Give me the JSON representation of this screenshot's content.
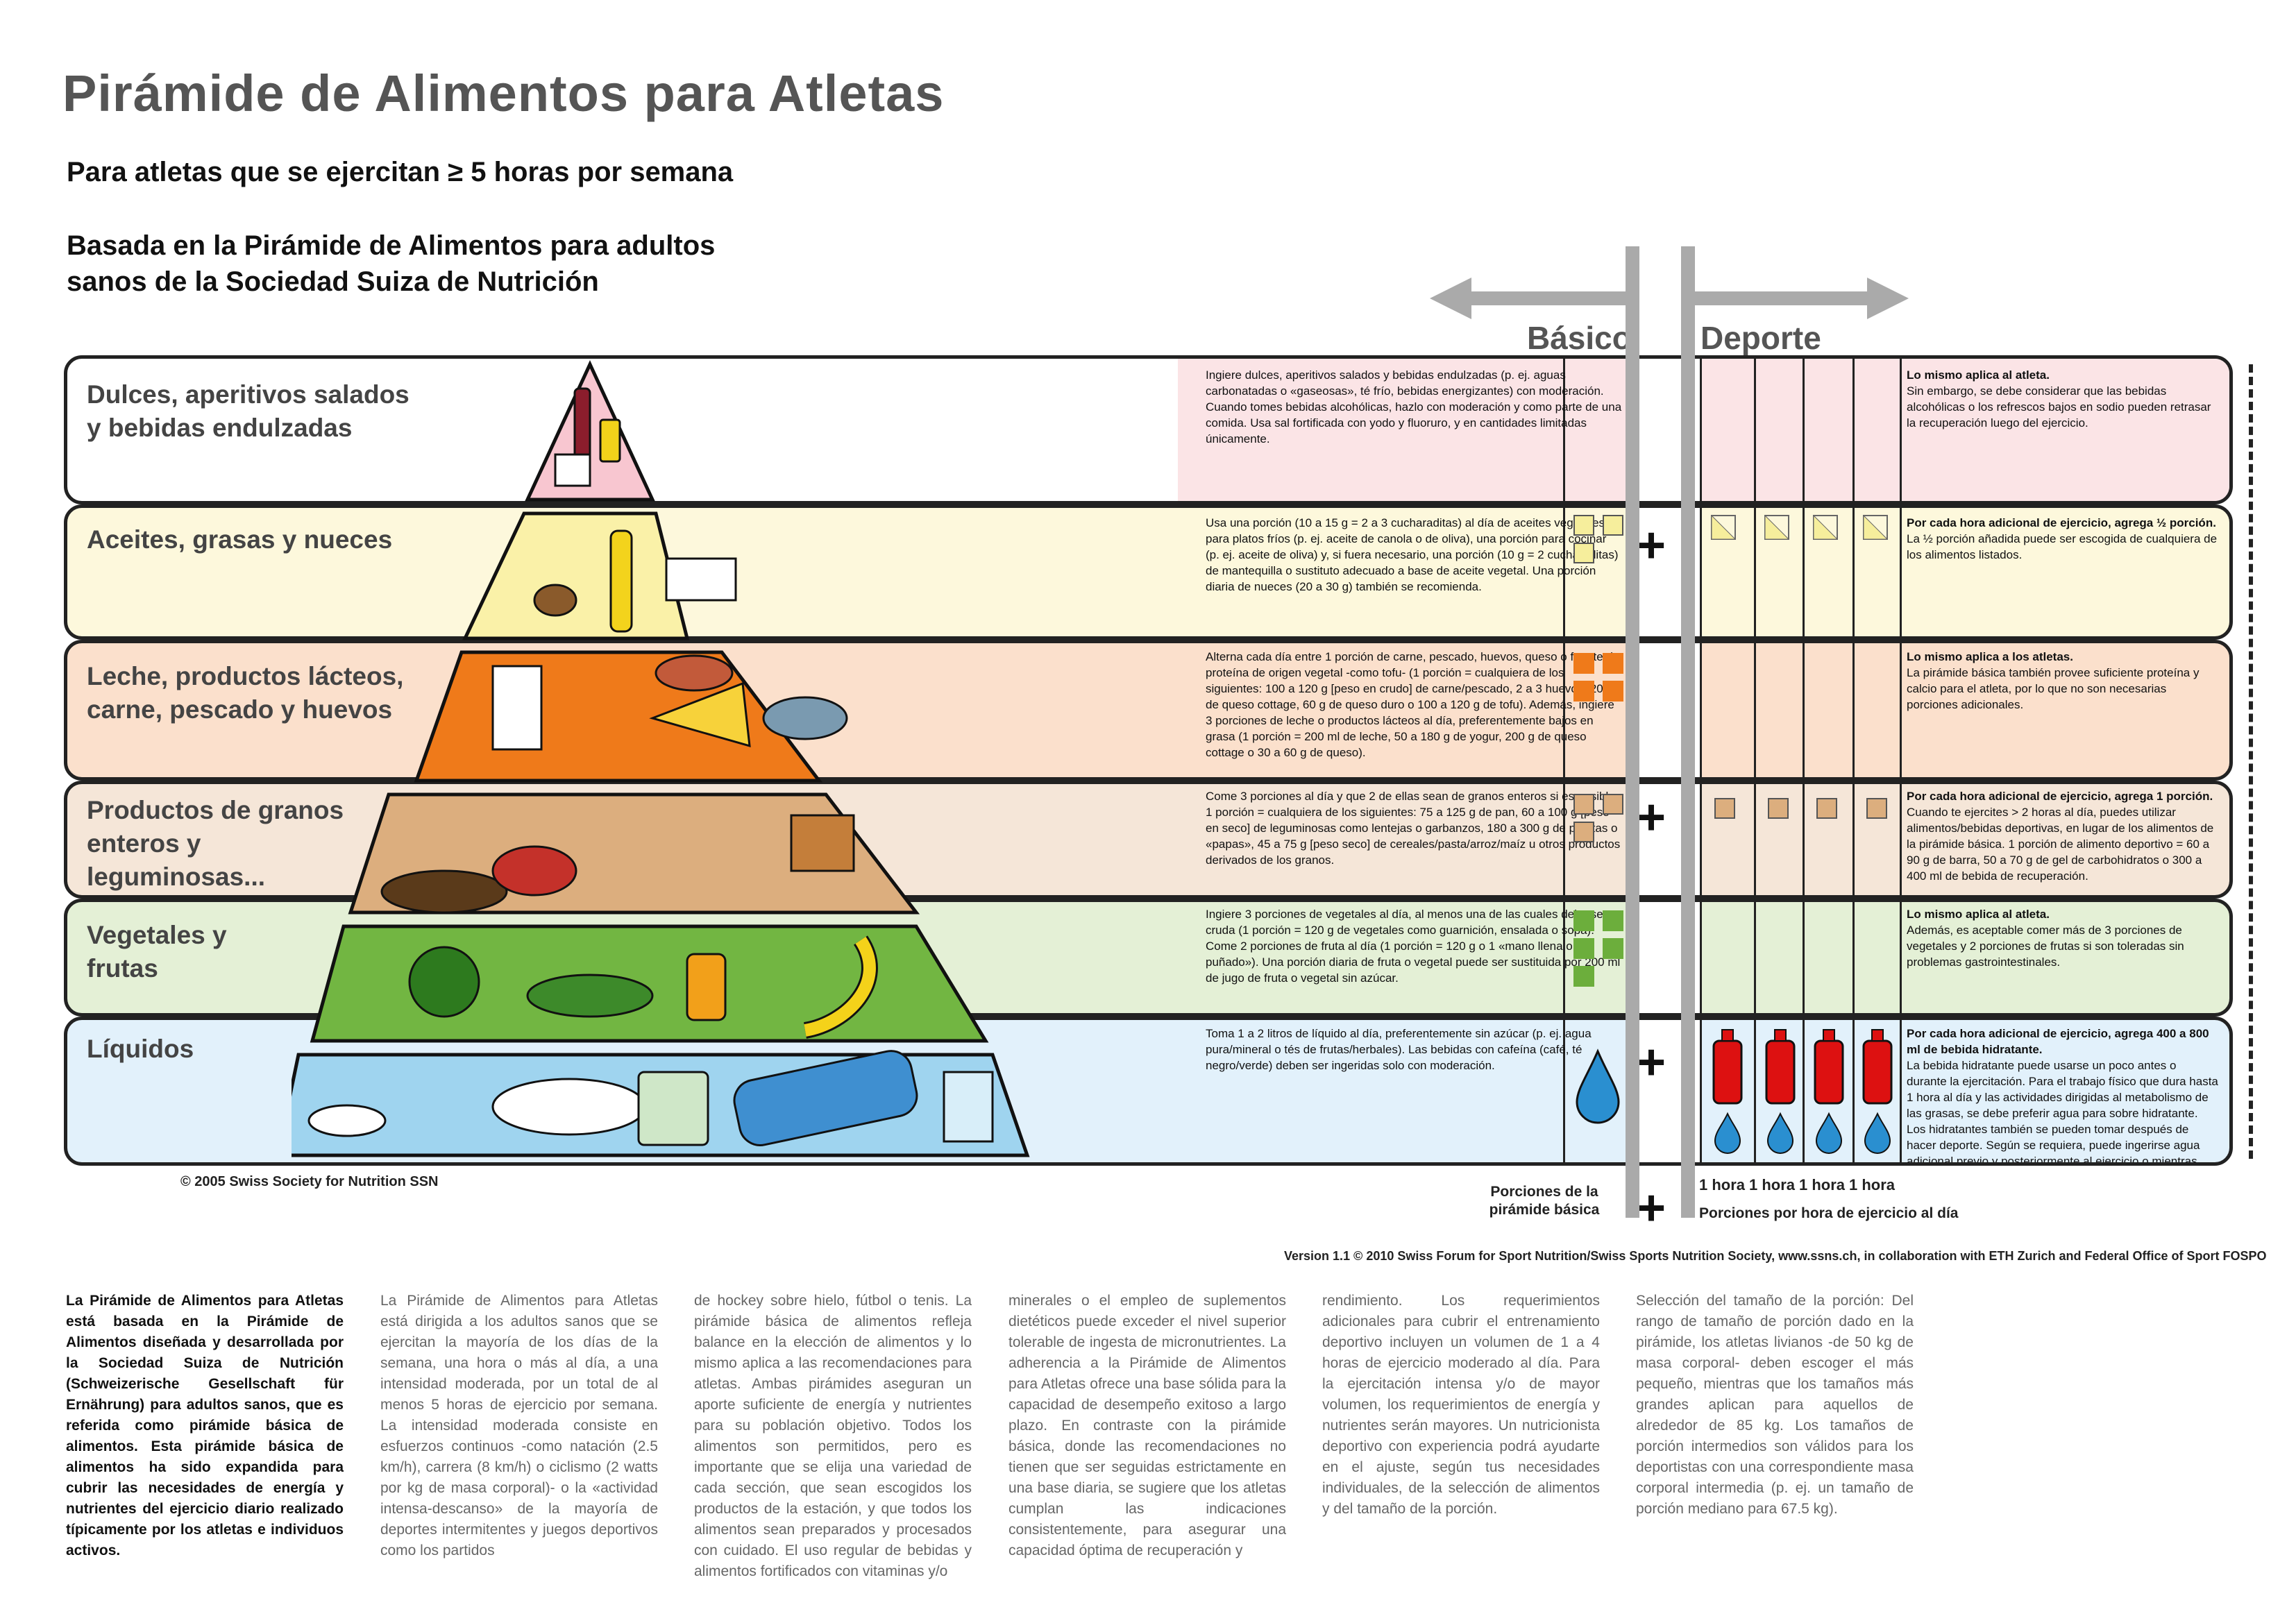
{
  "title": "Pirámide de Alimentos para Atletas",
  "subtitle": "Para atletas que se ejercitan ≥ 5 horas por semana",
  "basada": [
    "Basada en la Pirámide de Alimentos para adultos",
    "sanos de la Sociedad Suiza de Nutrición"
  ],
  "labels": {
    "basico": "Básico",
    "deporte": "Deporte"
  },
  "rows": [
    {
      "label": [
        "Dulces, aperitivos salados",
        "y bebidas endulzadas"
      ],
      "desc": "Ingiere dulces, aperitivos salados y bebidas endulzadas (p. ej. aguas carbonatadas o «gaseosas», té frío, bebidas energizantes) con moderación. Cuando tomes bebidas alcohólicas, hazlo con moderación y como parte de una comida. Usa sal fortificada con yodo y fluoruro, y en cantidades limitadas únicamente.",
      "side_title": "Lo mismo aplica al atleta.",
      "side": "Sin embargo, se debe considerar que las bebidas alcohólicas o los refrescos bajos en sodio pueden retrasar la recuperación luego del ejercicio.",
      "color": "#fbe4e6"
    },
    {
      "label": [
        "Aceites, grasas y nueces"
      ],
      "desc": "Usa una porción (10 a 15 g = 2 a 3 cucharaditas) al día de aceites vegetales para platos fríos (p. ej. aceite de canola o de oliva), una porción para cocinar (p. ej. aceite de oliva) y, si fuera necesario, una porción (10 g = 2 cucharaditas) de mantequilla o sustituto adecuado a base de aceite vegetal. Una porción diaria de nueces (20 a 30 g) también se recomienda.",
      "side_title": "Por cada hora adicional de ejercicio, agrega ½ porción.",
      "side": "La ½ porción añadida puede ser escogida de cualquiera de los alimentos listados.",
      "color": "#fdf8dc"
    },
    {
      "label": [
        "Leche, productos lácteos,",
        "carne, pescado y huevos"
      ],
      "desc": "Alterna cada día entre 1 porción de carne, pescado, huevos, queso o fuente de proteína de origen vegetal -como tofu- (1 porción = cualquiera de los siguientes: 100 a 120 g [peso en crudo] de carne/pescado, 2 a 3 huevos, 200 g de queso cottage, 60 g de queso duro o 100 a 120 g de tofu). Además, ingiere 3 porciones de leche o productos lácteos al día, preferentemente bajos en grasa (1 porción = 200 ml de leche, 50 a 180 g de yogur, 200 g de queso cottage o 30 a 60 g de queso).",
      "side_title": "Lo mismo aplica a los atletas.",
      "side": "La pirámide básica también provee suficiente proteína y calcio para el atleta, por lo que no son necesarias porciones adicionales.",
      "color": "#fbe0cc"
    },
    {
      "label": [
        "Productos de granos",
        "enteros y",
        "leguminosas..."
      ],
      "desc": "Come 3 porciones al día y que 2 de ellas sean de granos enteros si es posible. 1 porción = cualquiera de los siguientes: 75 a 125 g de pan, 60 a 100 g [peso en seco] de leguminosas como lentejas o garbanzos, 180 a 300 g de patatas o «papas», 45 a 75 g [peso seco] de cereales/pasta/arroz/maíz u otros productos derivados de los granos.",
      "side_title": "Por cada hora adicional de ejercicio, agrega 1 porción.",
      "side": "Cuando te ejercites > 2 horas al día, puedes utilizar alimentos/bebidas deportivas, en lugar de los alimentos de la pirámide básica. 1 porción de alimento deportivo = 60 a 90 g de barra, 50 a 70 g de gel de carbohidratos o 300 a 400 ml de bebida de recuperación.",
      "color": "#f5e6d8"
    },
    {
      "label": [
        "Vegetales y",
        "frutas"
      ],
      "desc": "Ingiere 3 porciones de vegetales al día, al menos una de las cuales debe ser cruda (1 porción = 120 g de vegetales como guarnición, ensalada o sopa). Come 2 porciones de fruta al día (1 porción = 120 g o 1 «mano llena o puñado»). Una porción diaria de fruta o vegetal puede ser sustituida por 200 ml de jugo de fruta o vegetal sin azúcar.",
      "side_title": "Lo mismo aplica al atleta.",
      "side": "Además, es aceptable comer más de 3 porciones de vegetales y 2 porciones de frutas si son toleradas sin problemas gastrointestinales.",
      "color": "#e4f0d6"
    },
    {
      "label": [
        "Líquidos"
      ],
      "desc": "Toma 1 a 2 litros de líquido al día, preferentemente sin azúcar (p. ej. agua pura/mineral o tés de frutas/herbales). Las bebidas con cafeína (café, té negro/verde) deben ser ingeridas solo con moderación.",
      "side_title": "Por cada hora adicional de ejercicio, agrega 400 a 800 ml de bebida hidratante.",
      "side": "La bebida hidratante puede usarse un poco antes o durante la ejercitación. Para el trabajo físico que dura hasta 1 hora al día y las actividades dirigidas al metabolismo de las grasas, se debe preferir agua para sobre hidratante. Los hidratantes también se pueden tomar después de hacer deporte. Según se requiera, puede ingerirse agua adicional previo y posteriormente al ejercicio o mientras dure este.",
      "color": "#e2f1fb"
    }
  ],
  "hours": [
    "1 hora",
    "1 hora",
    "1 hora",
    "1 hora"
  ],
  "porciones_basica": [
    "Porciones de la",
    "pirámide básica"
  ],
  "porciones_hora": "Porciones por hora de ejercicio al día",
  "copyright": "© 2005 Swiss Society for Nutrition SSN",
  "version": "Version 1.1 © 2010 Swiss Forum for Sport Nutrition/Swiss Sports Nutrition Society, www.ssns.ch, in collaboration with ETH Zurich and Federal Office of Sport FOSPO",
  "columns": [
    "La Pirámide de Alimentos para Atletas está basada en la Pirámide de Alimentos diseñada y desarrollada por la Sociedad Suiza de Nutrición (Schweizerische Gesellschaft für Ernährung) para adultos sanos, que es referida como pirámide básica de alimentos. Esta pirámide básica de alimentos ha sido expandida para cubrir las necesidades de energía y nutrientes del ejercicio diario realizado típicamente por los atletas e individuos activos.",
    "La Pirámide de Alimentos para Atletas está dirigida a los adultos sanos que se ejercitan la mayoría de los días de la semana, una hora o más al día, a una intensidad moderada, por un total de al menos 5 horas de ejercicio por semana. La intensidad moderada consiste en esfuerzos continuos -como natación (2.5 km/h), carrera (8 km/h) o ciclismo (2 watts por kg de masa corporal)- o la «actividad intensa-descanso» de la mayoría de deportes intermitentes y juegos deportivos como los partidos",
    "de hockey sobre hielo, fútbol o tenis. La pirámide básica de alimentos refleja balance en la elección de alimentos y lo mismo aplica a las recomendaciones para atletas. Ambas pirámides aseguran un aporte suficiente de energía y nutrientes para su población objetivo. Todos los alimentos son permitidos, pero es importante que se elija una variedad de cada sección, que sean escogidos los productos de la estación, y que todos los alimentos sean preparados y procesados con cuidado. El uso regular de bebidas y alimentos fortificados con vitaminas y/o",
    "minerales o el empleo de suplementos dietéticos puede exceder el nivel superior tolerable de ingesta de micronutrientes. La adherencia a la Pirámide de Alimentos para Atletas ofrece una base sólida para la capacidad de desempeño exitoso a largo plazo. En contraste con la pirámide básica, donde las recomendaciones no tienen que ser seguidas estrictamente en una base diaria, se sugiere que los atletas cumplan las indicaciones consistentemente, para asegurar una capacidad óptima de recuperación y",
    "rendimiento. Los requerimientos adicionales para cubrir el entrenamiento deportivo incluyen un volumen de 1 a 4 horas de ejercicio moderado al día. Para la ejercitación intensa y/o de mayor volumen, los requerimientos de energía y nutrientes serán mayores. Un nutricionista deportivo con experiencia podrá ayudarte en el ajuste, según tus necesidades individuales, de la selección de alimentos y del tamaño de la porción.",
    "Selección del tamaño de la porción: Del rango de tamaño de porción dado en la pirámide, los atletas livianos -de 50 kg de masa corporal- deben escoger el más pequeño, mientras que los tamaños más grandes aplican para aquellos de alrededor de 85 kg. Los tamaños de porción intermedios son válidos para los deportistas con una correspondiente masa corporal intermedia (p. ej. un tamaño de porción mediano para 67.5 kg)."
  ]
}
